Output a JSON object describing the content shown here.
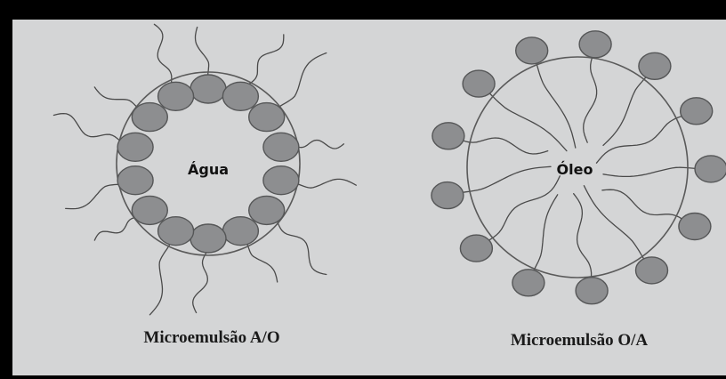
{
  "diagrams": [
    {
      "core_label": "Água",
      "caption": "Microemulsão A/O"
    },
    {
      "core_label": "Óleo",
      "caption": "Microemulsão O/A"
    }
  ],
  "colors": {
    "frame": "#000000",
    "background": "#d4d5d6",
    "head_fill": "#8d8e90",
    "head_stroke": "#555657",
    "tail": "#4a4a4a",
    "circle": "#5a5a5a",
    "text": "#111111"
  }
}
